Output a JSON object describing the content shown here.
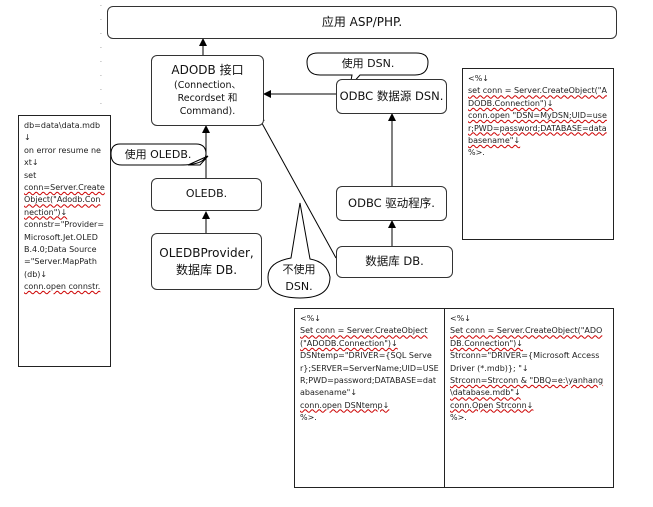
{
  "boxes": {
    "app": "应用 ASP/PHP.",
    "adodb_title": "ADODB 接口",
    "adodb_sub": "(Connection、Recordset 和 Command).",
    "oledb": "OLEDB.",
    "oledb_provider_1": "OLEDBProvider,",
    "oledb_provider_2": "数据库 DB.",
    "odbc_dsn": "ODBC 数据源 DSN.",
    "odbc_driver": "ODBC 驱动程序.",
    "db": "数据库 DB."
  },
  "callouts": {
    "use_dsn": "使用 DSN.",
    "use_oledb": "使用 OLEDB.",
    "no_dsn_1": "不使用",
    "no_dsn_2": "DSN."
  },
  "code_left": [
    "db=data\\data.mdb↓",
    "on error resume next↓",
    "set",
    "conn=Server.CreateObject(\"Adodb.Connection\")↓",
    "connstr=\"Provider=Microsoft.Jet.OLEDB.4.0;Data Source=\"Server.MapPath(db)↓",
    "conn.open connstr."
  ],
  "code_right": [
    "<%↓",
    "set conn = Server.CreateObject(\"ADODB.Connection\")↓",
    "conn.open \"DSN=MyDSN;UID=user;PWD=password;DATABASE=databasename\"↓",
    "%>."
  ],
  "code_bottom_left": [
    "<%↓",
    "Set conn = Server.CreateObject(\"ADODB.Connection\")↓",
    "DSNtemp=\"DRIVER={SQL Server};SERVER=ServerName;UID=USER;PWD=password;DATABASE=databasename\"↓",
    "conn.open DSNtemp↓",
    "%>."
  ],
  "code_bottom_right": [
    "<%↓",
    "Set conn = Server.CreateObject(\"ADODB.Connection\")↓",
    "Strconn=\"DRIVER={Microsoft Access Driver (*.mdb)}; \"↓",
    "Strconn=Strconn & \"DBQ=e:\\yanhang\\database.mdb\"↓",
    "conn.Open Strconn↓",
    "%>."
  ]
}
